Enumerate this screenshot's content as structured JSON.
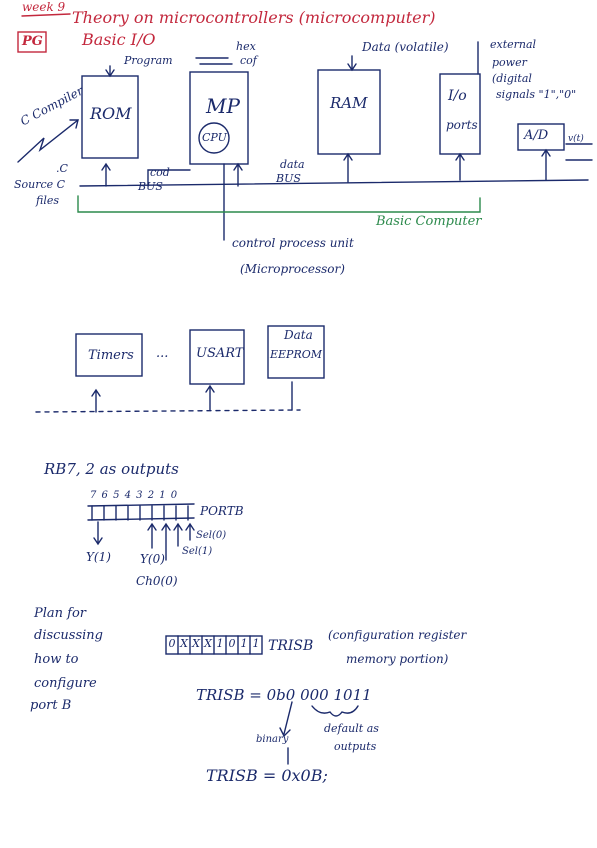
{
  "header": {
    "week": "week 9",
    "tag": "PG",
    "title_line1": "Theory on microcontrollers (microcomputer)",
    "title_line2": "Basic I/O"
  },
  "diagram1": {
    "program_label": "Program",
    "rom": "ROM",
    "mp": "MP",
    "cpu": "CPU",
    "hex_label": "hex",
    "cof_label": "cof",
    "ram": "RAM",
    "data_volatile": "Data (volatile)",
    "io_line1": "I/o",
    "io_line2": "ports",
    "a_d": "A/D",
    "external_line1": "external",
    "external_line2": "power",
    "external_line3": "(digital",
    "external_line4": "signals \"1\",\"0\"",
    "vct": "v(t)",
    "c_compiler": "C Compiler",
    "dot_c": ".C",
    "source_c_line1": "Source C",
    "source_c_line2": "files",
    "cod_bus_line1": "cod",
    "cod_bus_line2": "BUS",
    "data_bus_line1": "data",
    "data_bus_line2": "BUS",
    "basic_computer": "Basic Computer",
    "control_unit_line1": "control process unit",
    "control_unit_line2": "(Microprocessor)"
  },
  "diagram2": {
    "timers": "Timers",
    "dots": "...",
    "usart": "USART",
    "data_eeprom_line1": "Data",
    "data_eeprom_line2": "EEPROM"
  },
  "portb": {
    "heading": "RB7, 2 as outputs",
    "bit_numbers": "7 6 5 4 3 2 1 0",
    "portb_label": "PORTB",
    "y1": "Y(1)",
    "y0": "Y(0)",
    "ch0": "Ch0(0)",
    "sel0": "Sel(0)",
    "sel1": "Sel(1)"
  },
  "plan": {
    "line1": "Plan for",
    "line2": "discussing",
    "line3": "how to",
    "line4": "configure",
    "line5": "port B"
  },
  "trisb": {
    "cells": [
      "0",
      "X",
      "X",
      "X",
      "1",
      "0",
      "1",
      "1"
    ],
    "label": "TRISB",
    "note_line1": "(configuration register",
    "note_line2": "memory portion)",
    "assign_binary": "TRISB = 0b0 000 1011",
    "binary_note": "binary",
    "default_note_line1": "default as",
    "default_note_line2": "outputs",
    "assign_hex": "TRISB = 0x0B;"
  },
  "colors": {
    "ink_blue": "#1b2a6b",
    "ink_red": "#c3283d",
    "ink_green": "#2c8a4c"
  }
}
